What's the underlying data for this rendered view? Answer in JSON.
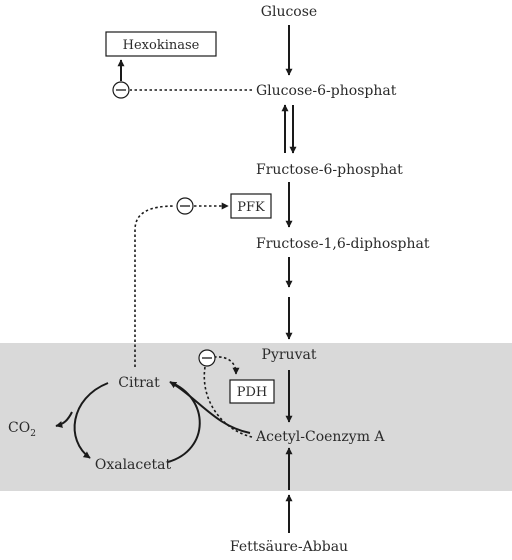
{
  "nodes": {
    "glucose": "Glucose",
    "glucose_6_phosphat": "Glucose-6-phosphat",
    "fructose_6_phosphat": "Fructose-6-phosphat",
    "fructose_1_6_diphosphat": "Fructose-1,6-diphosphat",
    "pyruvat": "Pyruvat",
    "acetyl_coenzym_a": "Acetyl-Coenzym A",
    "fettsaeure_abbau": "Fettsäure-Abbau",
    "citrat": "Citrat",
    "oxalacetat": "Oxalacetat",
    "co2_main": "CO",
    "co2_sub": "2"
  },
  "enzymes": {
    "hexokinase": "Hexokinase",
    "pfk": "PFK",
    "pdh": "PDH"
  },
  "inhibition_symbol": "⊖",
  "colors": {
    "mitochondrion_band": "#d9d9d9",
    "stroke": "#1a1a1a",
    "text": "#2a2a2a"
  }
}
